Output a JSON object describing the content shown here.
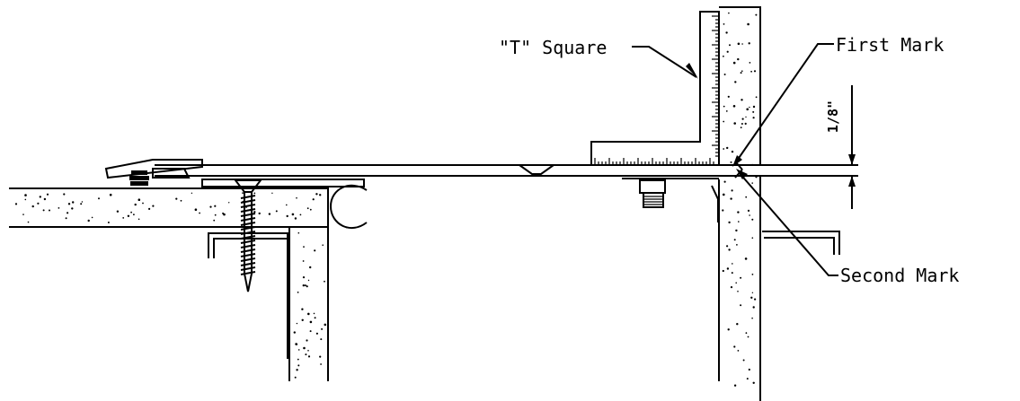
{
  "labels": {
    "t_square": "\"T\" Square",
    "first_mark": "First Mark",
    "second_mark": "Second Mark",
    "dimension": "1/8\""
  },
  "colors": {
    "line": "#000000",
    "background": "#ffffff"
  }
}
